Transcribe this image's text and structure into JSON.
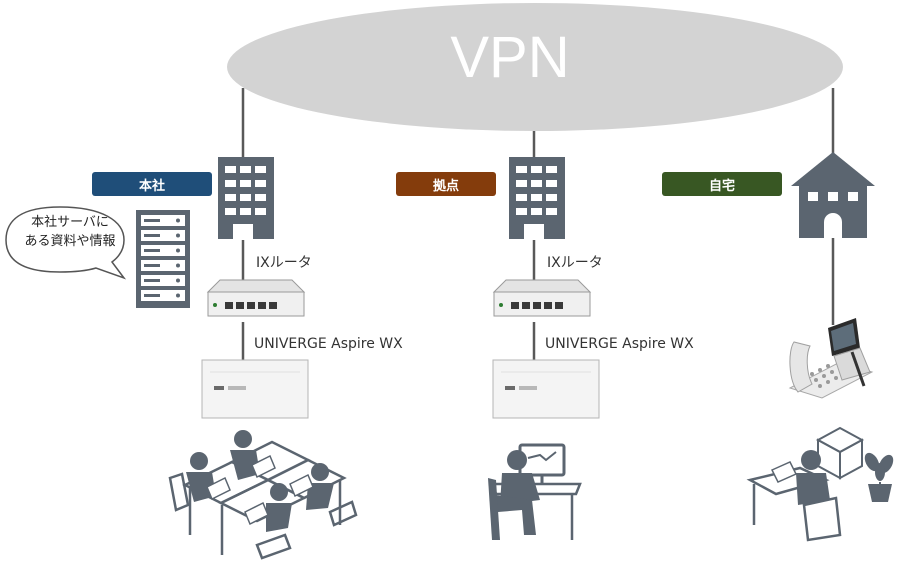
{
  "vpn_label": "VPN",
  "sites": {
    "headquarters": {
      "badge": "本社",
      "badge_color": "#1f4e79",
      "router_label": "IXルータ",
      "pbx_label": "UNIVERGE Aspire WX"
    },
    "branch": {
      "badge": "拠点",
      "badge_color": "#843c0c",
      "router_label": "IXルータ",
      "pbx_label": "UNIVERGE Aspire WX"
    },
    "home": {
      "badge": "自宅",
      "badge_color": "#385723"
    }
  },
  "callout": {
    "line1": "本社サーバに",
    "line2": "ある資料や情報"
  },
  "colors": {
    "cloud": "#d3d3d3",
    "icon": "#5b6570",
    "line": "#595959"
  }
}
